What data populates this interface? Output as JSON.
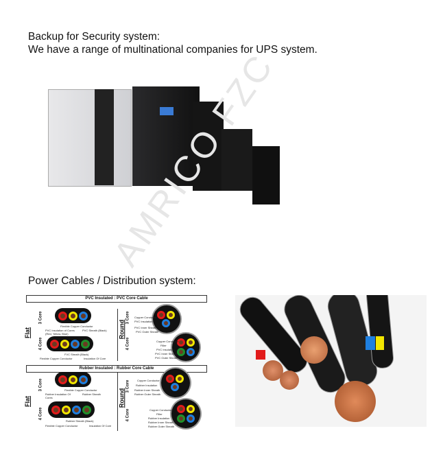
{
  "heading1": "Backup for Security system:",
  "heading2": "We have a range of multinational companies for UPS system.",
  "heading3": "Power Cables / Distribution system:",
  "watermark": "AMRICO FZC",
  "diagram": {
    "pvc_title": "PVC Insulated : PVC Core Cable",
    "rubber_title": "Rubber Insulated : Rubber Core Cable",
    "flat": "Flat",
    "round": "Round",
    "core3": "3 Core",
    "core4": "4 Core",
    "pvc_labels": {
      "flex_copper": "Flexible Copper Conductor",
      "pvc_ins_cores": "PVC Insulation of Cores (Red, Yellow, Blue)",
      "pvc_sheath_black": "PVC Sheath (Black)",
      "fvc_sheath": "FVC Sheath (Black)",
      "flex_copper2": "Flexible Copper Conductor",
      "ins_of_core": "Insulation Of Core",
      "copper_conductor": "Copper Conductor",
      "pvc_insulation": "PVC Insulation",
      "pvc_inner": "PVC Inner Sheath",
      "pvc_outer": "PVC Outer Sheath",
      "filler": "Filler"
    },
    "rubber_labels": {
      "flex_copper": "Flexible Copper Conductor",
      "rubber_ins_cores": "Rubber Insulation Of Cores",
      "rubber_sheath": "Rubber Sheath",
      "rubber_sheath_black": "Rubber Sheath (Black)",
      "flex_copper2": "Flexible Copper Conductor",
      "ins_of_core": "Insulation Of Core",
      "copper_conductor": "Copper Conductor",
      "rubber_insulation": "Rubber Insulation",
      "rubber_inner": "Rubber Inner Sheath",
      "rubber_outer": "Rubber Outer Sheath",
      "filler": "Filler"
    }
  },
  "colors": {
    "red": "#e21b1b",
    "yellow": "#f2e600",
    "blue": "#1e7fe0",
    "green": "#1f8f2a"
  }
}
